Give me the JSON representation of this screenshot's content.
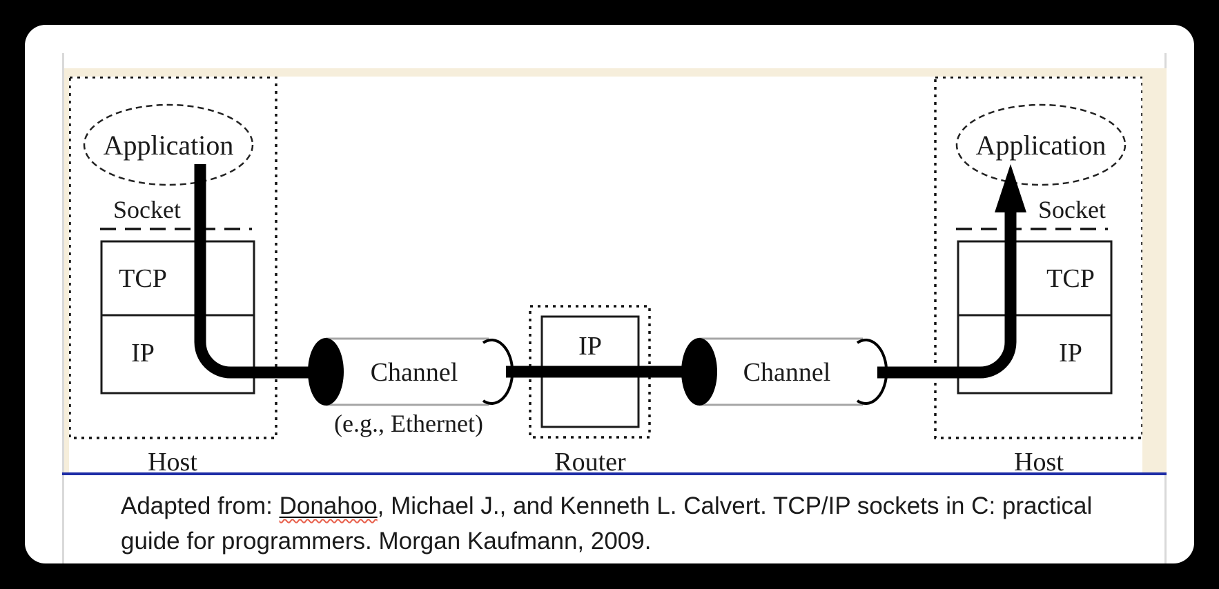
{
  "frame": {
    "background_color": "#000000",
    "window_background_color": "#ffffff"
  },
  "slide": {
    "band_color": "#f6eedb",
    "edge_line_color": "#d9d9d9",
    "rule_color": "#1e2da6"
  },
  "diagram": {
    "left_host": {
      "application": "Application",
      "socket": "Socket",
      "tcp": "TCP",
      "ip": "IP",
      "label": "Host"
    },
    "channel1": {
      "label": "Channel",
      "example": "(e.g., Ethernet)"
    },
    "router": {
      "ip": "IP",
      "label": "Router"
    },
    "channel2": {
      "label": "Channel"
    },
    "right_host": {
      "application": "Application",
      "socket": "Socket",
      "tcp": "TCP",
      "ip": "IP",
      "label": "Host"
    }
  },
  "citation": {
    "prefix": "Adapted from: ",
    "flagged_word": "Donahoo",
    "line1_rest": ", Michael J., and Kenneth L. Calvert. TCP/IP sockets in C: practical",
    "line2": "guide for programmers. Morgan Kaufmann, 2009."
  }
}
